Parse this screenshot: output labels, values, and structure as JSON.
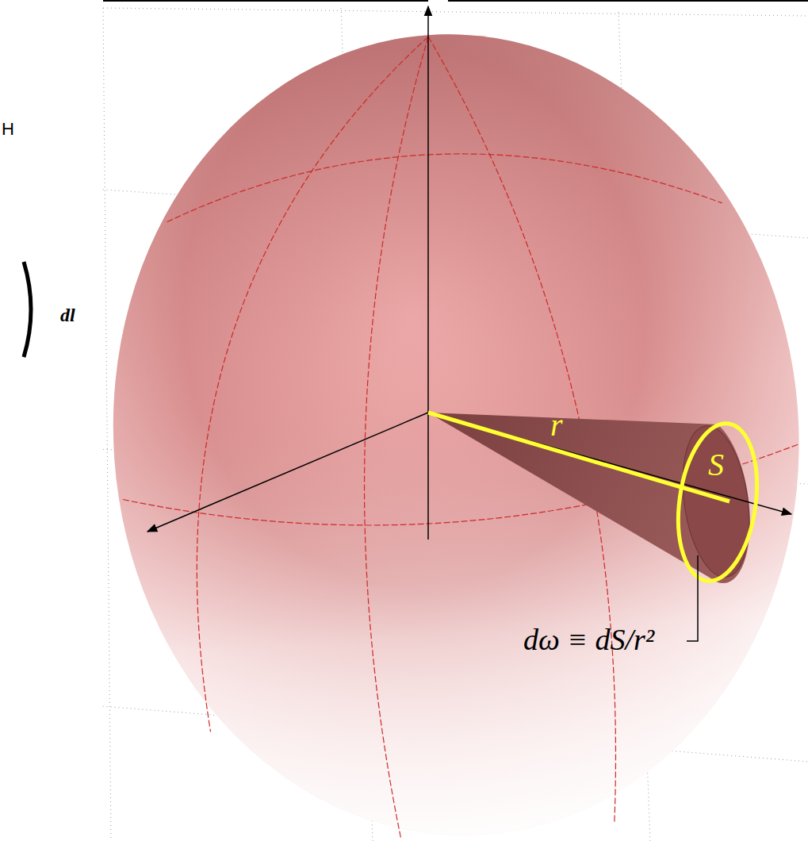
{
  "diagram": {
    "labels": [
      "H",
      "dl",
      "r",
      "S",
      "dω ≡ dS/r²"
    ]
  }
}
